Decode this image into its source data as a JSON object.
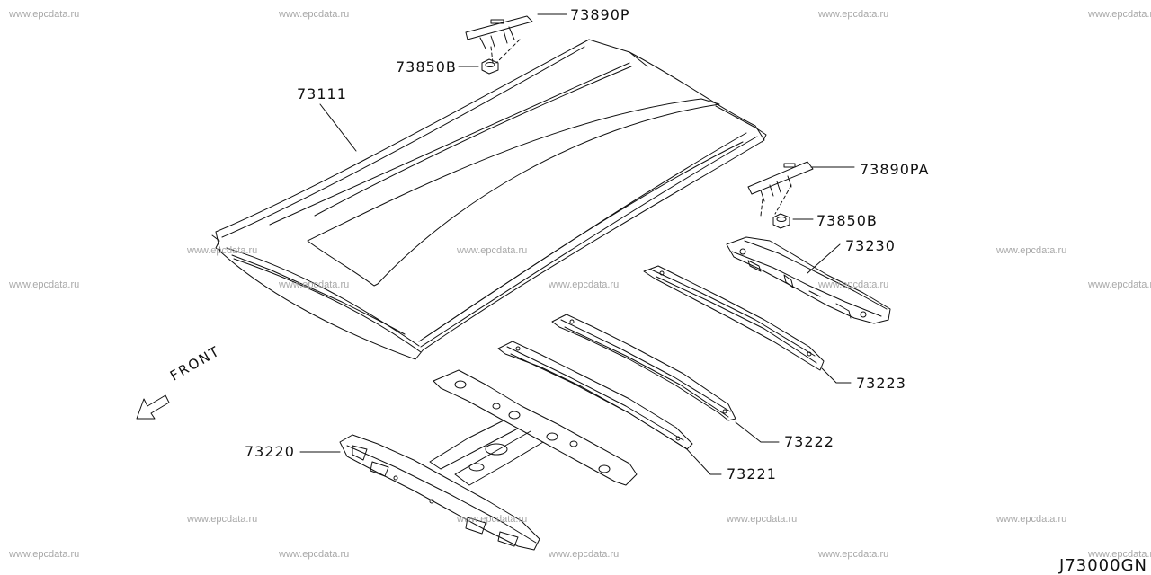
{
  "diagram": {
    "catalog_code": "J73000GN",
    "direction_label": "FRONT",
    "part_labels": {
      "roof_panel": "73111",
      "clip_top": "73890P",
      "nut_top": "73850B",
      "clip_right": "73890PA",
      "nut_right": "73850B",
      "rear_rail": "73230",
      "bow_3": "73223",
      "bow_2": "73222",
      "bow_1": "73221",
      "front_rail": "73220"
    },
    "watermark_text": "www.epcdata.ru"
  }
}
